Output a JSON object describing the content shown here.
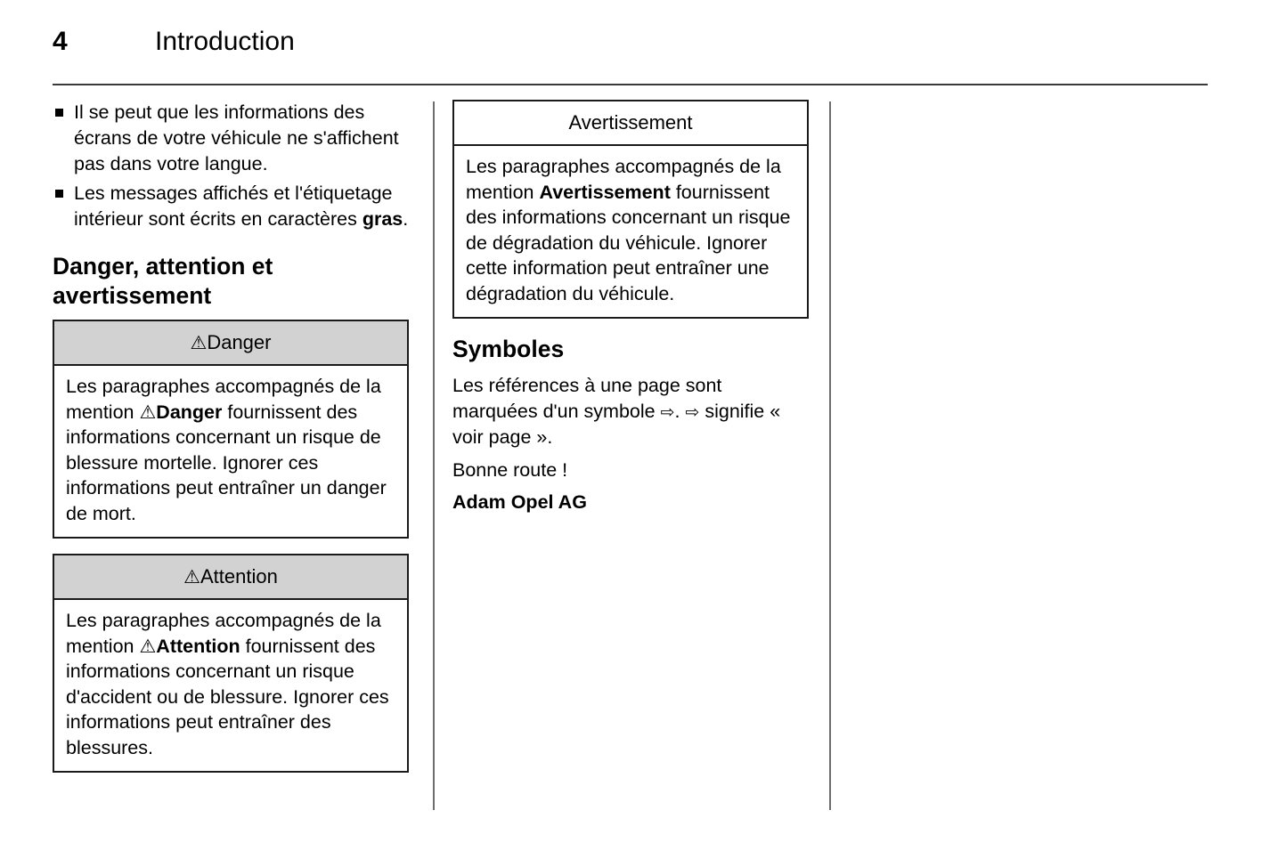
{
  "header": {
    "page_number": "4",
    "title": "Introduction"
  },
  "left_column": {
    "bullets": [
      "Il se peut que les informations des écrans de votre véhicule ne s'affichent pas dans votre langue.",
      "Les messages affichés et l'étiquetage intérieur sont écrits en caractères "
    ],
    "bullet2_bold_tail": "gras",
    "bullet2_end": ".",
    "heading": "Danger, attention et avertissement",
    "danger_box": {
      "icon": "warning-triangle",
      "icon_glyph": "⚠",
      "title": "Danger",
      "body_part1": "Les paragraphes accompagnés de la mention ",
      "body_inline_icon": "⚠",
      "body_inline_bold": "Danger",
      "body_part2": " fournissent des informations concernant un risque de blessure mortelle. Ignorer ces informations peut entraîner un danger de mort."
    },
    "attention_box": {
      "icon": "warning-triangle",
      "icon_glyph": "⚠",
      "title": "Attention",
      "body_part1": "Les paragraphes accompagnés de la mention ",
      "body_inline_icon": "⚠",
      "body_inline_bold": "Attention",
      "body_part2": " fournissent des informations concernant un risque d'accident ou de blessure. Ignorer ces informations peut entraîner des blessures."
    }
  },
  "middle_column": {
    "avertissement_box": {
      "title": "Avertissement",
      "body_part1": "Les paragraphes accompagnés de la mention ",
      "body_inline_bold": "Avertissement",
      "body_part2": " fournissent des informations concernant un risque de dégradation du véhicule. Ignorer cette information peut entraîner une dégradation du véhicule."
    },
    "symboles": {
      "heading": "Symboles",
      "para1_part1": "Les références à une page sont marquées d'un symbole ",
      "arrow_glyph": "⇨",
      "para1_part2": ". ",
      "para1_part3": " signifie « voir page ».",
      "para2": "Bonne route !",
      "signature": "Adam Opel AG"
    }
  },
  "colors": {
    "notice_head_fill": "#d2d2d2",
    "rule": "#3a3a3a",
    "border": "#1a1a1a",
    "separator": "#6d6d6d",
    "text": "#000000"
  }
}
